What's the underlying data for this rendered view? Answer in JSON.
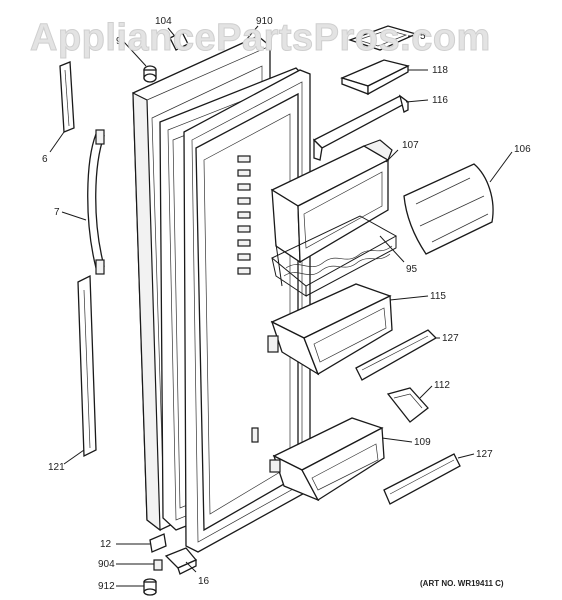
{
  "watermark": "AppliancePartsPros.com",
  "art_number": "(ART NO. WR19411 C)",
  "callouts": {
    "c104": "104",
    "c910": "910",
    "c9": "9",
    "c5": "5",
    "c118": "118",
    "c116": "116",
    "c6": "6",
    "c107": "107",
    "c106": "106",
    "c7": "7",
    "c95": "95",
    "c115": "115",
    "c127a": "127",
    "c112": "112",
    "c121": "121",
    "c109": "109",
    "c127b": "127",
    "c12": "12",
    "c904": "904",
    "c16": "16",
    "c912": "912"
  },
  "colors": {
    "ink": "#1a1a1a",
    "watermark_fill": "#e3e3e3",
    "background": "#ffffff"
  }
}
